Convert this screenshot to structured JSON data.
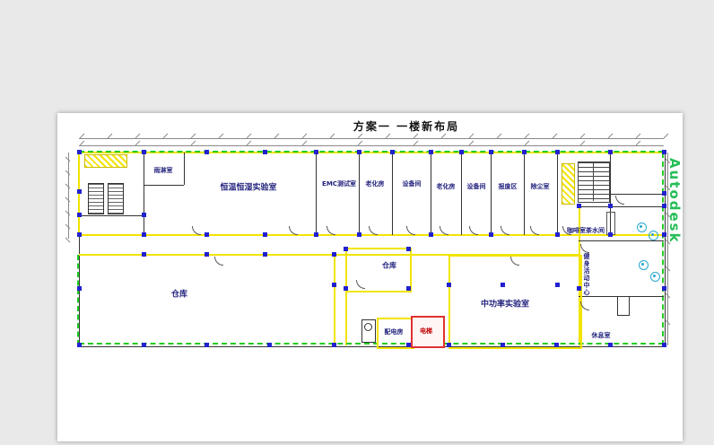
{
  "drawing": {
    "title": "方案一  一楼新布局",
    "watermark": "Autodesk"
  },
  "rooms": {
    "rain": "雨淋室",
    "thermo_lab": "恒温恒湿实验室",
    "emc": "EMC测试室",
    "aging1": "老化房",
    "equip1": "设备间",
    "aging2": "老化房",
    "equip2": "设备间",
    "scrap": "报废区",
    "dust": "除尘室",
    "warehouse_main": "仓库",
    "warehouse_small": "仓库",
    "power": "配电房",
    "elevator": "电梯",
    "midpower_lab": "中功率实验室",
    "coffee": "咖啡室茶水间",
    "fitness": "健身活动中心",
    "rest": "休息室"
  },
  "colors": {
    "wall_yellow": "#f2e400",
    "existing_green": "#22cc22",
    "column_blue": "#2121d0",
    "elevator_red": "#e03030",
    "label_blue": "#23237f",
    "watermark_green": "#00b33c",
    "canvas_gray": "#e9e9e9"
  }
}
